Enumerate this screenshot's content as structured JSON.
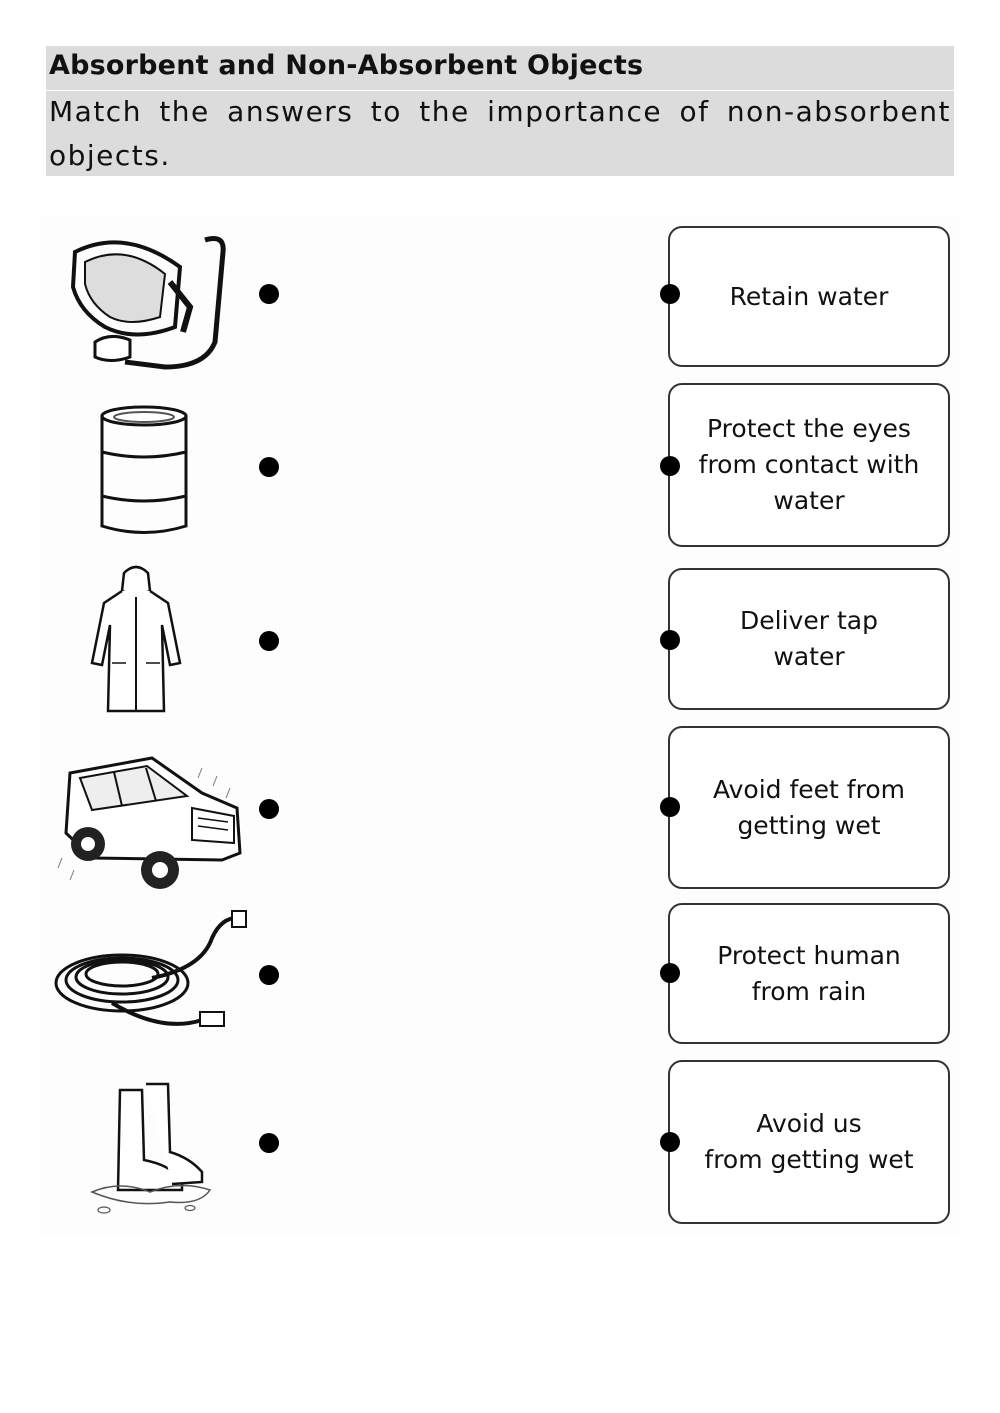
{
  "header": {
    "title": "Absorbent and Non-Absorbent Objects",
    "instruction": "Match the answers to the importance of non-absorbent objects."
  },
  "items": [
    {
      "icon": "snorkel-mask-icon"
    },
    {
      "icon": "barrel-icon"
    },
    {
      "icon": "raincoat-icon"
    },
    {
      "icon": "car-icon"
    },
    {
      "icon": "hose-icon"
    },
    {
      "icon": "rain-boots-icon"
    }
  ],
  "answers": [
    {
      "label": "Retain water"
    },
    {
      "label": "Protect the eyes\nfrom contact with\nwater"
    },
    {
      "label": "Deliver tap\nwater"
    },
    {
      "label": "Avoid feet from\ngetting wet"
    },
    {
      "label": "Protect human\nfrom rain"
    },
    {
      "label": "Avoid us\nfrom getting wet"
    }
  ]
}
